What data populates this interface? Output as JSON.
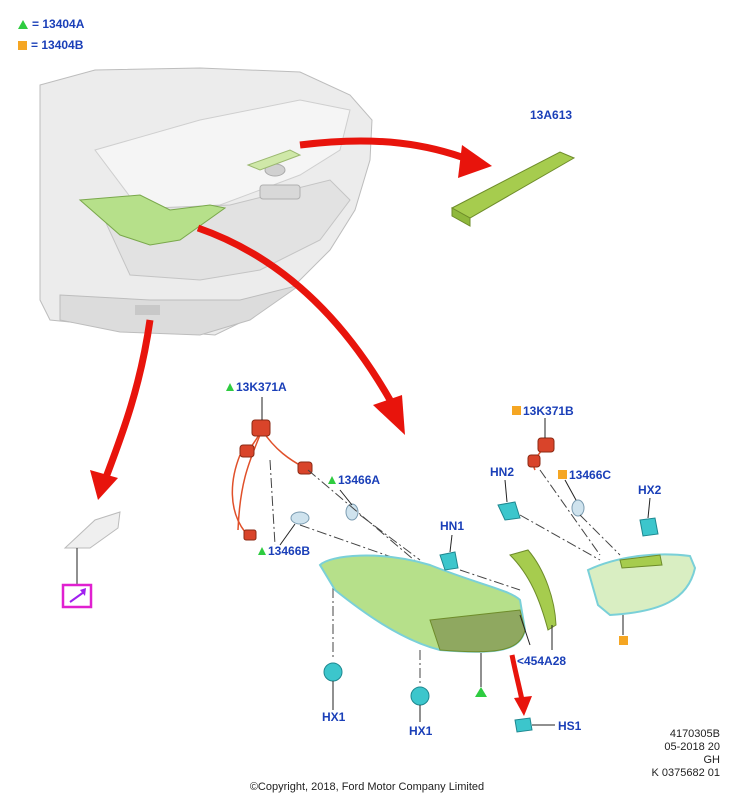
{
  "legend": [
    {
      "marker": "green-triangle",
      "text": "= 13404A",
      "color": "#2ecc40"
    },
    {
      "marker": "orange-square",
      "text": "= 13404B",
      "color": "#f5a623"
    }
  ],
  "parts": {
    "p13A613": "13A613",
    "p13K371A": "13K371A",
    "p13K371B": "13K371B",
    "p13466A": "13466A",
    "p13466B": "13466B",
    "p13466C": "13466C",
    "pHN1": "HN1",
    "pHN2": "HN2",
    "pHX2": "HX2",
    "pHX1a": "HX1",
    "pHX1b": "HX1",
    "p454A28": "<454A28",
    "pHS1": "HS1"
  },
  "doc_info": {
    "line1": "4170305B",
    "line2": "05-2018 20",
    "line3": "GH",
    "line4": "K 0375682 01"
  },
  "copyright": "©Copyright, 2018, Ford Motor Company Limited",
  "colors": {
    "label_blue": "#1a3fb8",
    "arrow_red": "#e8140c",
    "lamp_green": "#b6e08a",
    "connector_cyan": "#3cc6cc",
    "harness_orange": "#e0502a",
    "highlight_magenta": "#e020d0"
  }
}
